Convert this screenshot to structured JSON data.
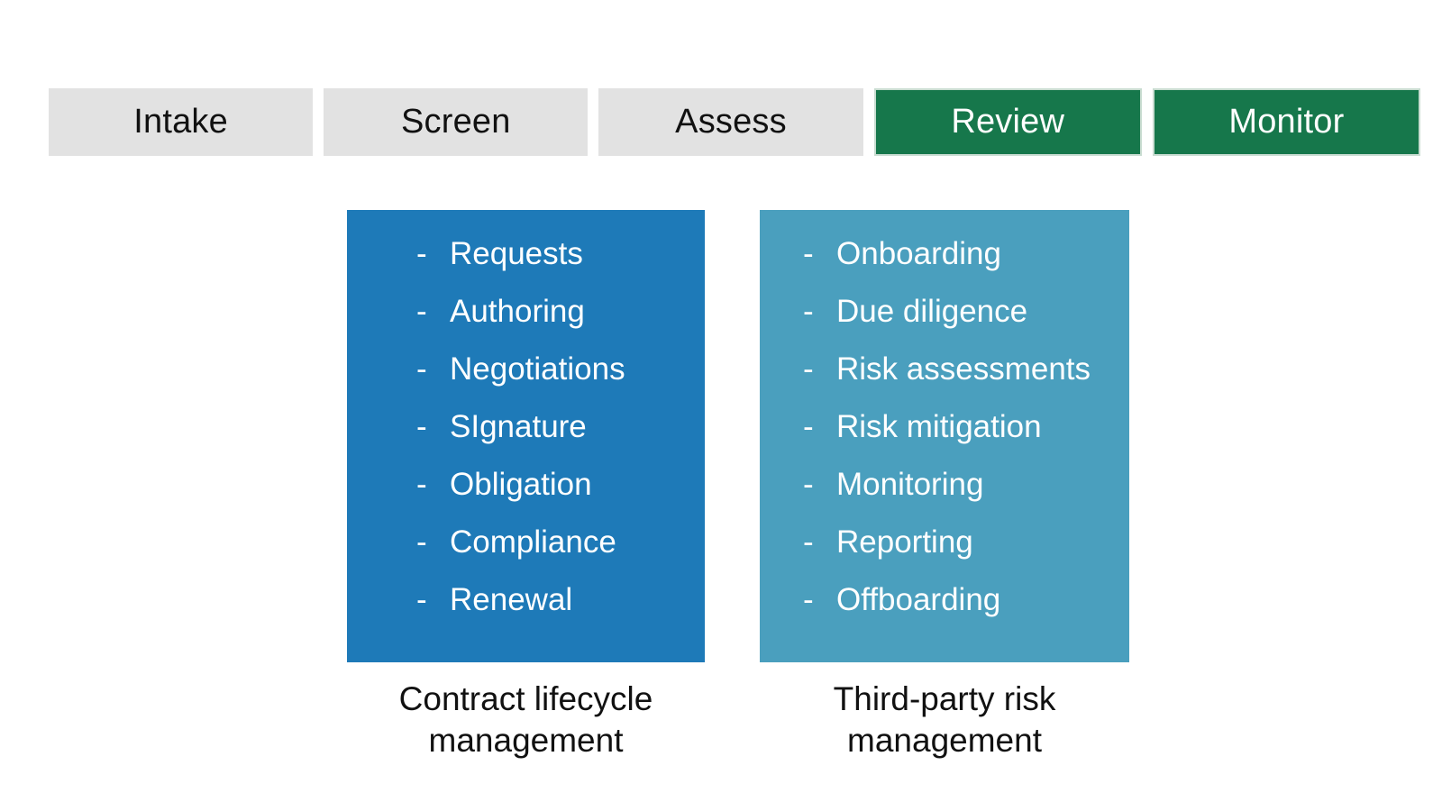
{
  "colors": {
    "page_bg": "#ffffff",
    "stage_inactive_bg": "#e2e2e2",
    "stage_inactive_text": "#111111",
    "stage_active_bg": "#16774b",
    "stage_active_text": "#ffffff",
    "stage_active_border": "#c9dcd1",
    "panel_clm_bg": "#1e7ab8",
    "panel_tprm_bg": "#4a9fbe",
    "panel_text": "#ffffff",
    "caption_text": "#111111"
  },
  "stages": {
    "items": [
      {
        "label": "Intake",
        "state": "inactive"
      },
      {
        "label": "Screen",
        "state": "inactive"
      },
      {
        "label": "Assess",
        "state": "inactive"
      },
      {
        "label": "Review",
        "state": "active"
      },
      {
        "label": "Monitor",
        "state": "active"
      }
    ]
  },
  "panels": [
    {
      "name": "Contract lifecycle management",
      "bullet": "-",
      "items": [
        "Requests",
        "Authoring",
        "Negotiations",
        "SIgnature",
        "Obligation",
        "Compliance",
        "Renewal"
      ],
      "caption_lines": [
        "Contract lifecycle",
        "management"
      ]
    },
    {
      "name": "Third-party risk management",
      "bullet": "-",
      "items": [
        "Onboarding",
        "Due diligence",
        "Risk assessments",
        "Risk mitigation",
        "Monitoring",
        "Reporting",
        "Offboarding"
      ],
      "caption_lines": [
        "Third-party risk",
        "management"
      ]
    }
  ]
}
